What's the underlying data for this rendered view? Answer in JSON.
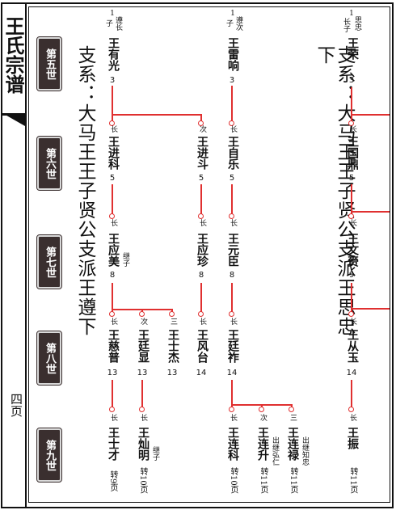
{
  "book_title": "王氏宗谱",
  "page_number": "四页",
  "generations": [
    "第五世",
    "第六世",
    "第七世",
    "第八世",
    "第九世"
  ],
  "branch_left": "支系：大马王王子贤公支派王遵下",
  "branch_right": "支系：大马王王子贤公支派王思忠下",
  "roots": [
    {
      "order": "1",
      "relation": "子",
      "father": "遵长",
      "name": "王有光",
      "num": "3"
    },
    {
      "order": "1",
      "relation": "子",
      "father": "遵次",
      "name": "王雷响",
      "num": "3"
    },
    {
      "order": "1",
      "relation": "长子",
      "father": "思忠",
      "name": "王荣",
      "num": "3"
    }
  ],
  "gen6": [
    {
      "rel": "长",
      "name": "王进科",
      "num": "5"
    },
    {
      "rel": "次",
      "name": "王进斗",
      "num": "5"
    },
    {
      "rel": "长",
      "name": "王自乐",
      "num": "5"
    },
    {
      "rel": "长",
      "name": "王国鼎",
      "num": "5"
    }
  ],
  "gen7": [
    {
      "rel": "长",
      "name": "王应美",
      "num": "8",
      "note": "继子"
    },
    {
      "rel": "长",
      "name": "王应珍",
      "num": "8"
    },
    {
      "rel": "长",
      "name": "王元臣",
      "num": "8"
    },
    {
      "rel": "长",
      "name": "王文赍",
      "num": "9"
    }
  ],
  "gen8": [
    {
      "rel": "长",
      "name": "王慈普",
      "num": "13"
    },
    {
      "rel": "次",
      "name": "王廷显",
      "num": "13"
    },
    {
      "rel": "三",
      "name": "王士杰",
      "num": "13"
    },
    {
      "rel": "长",
      "name": "王风台",
      "num": "14"
    },
    {
      "rel": "长",
      "name": "王廷祚",
      "num": "14"
    },
    {
      "rel": "长",
      "name": "王从玉",
      "num": "14"
    }
  ],
  "gen9": [
    {
      "rel": "长",
      "name": "王士才",
      "ref": "转9页"
    },
    {
      "rel": "长",
      "name": "王灿明",
      "ref": "转10页",
      "note": "继子"
    },
    {
      "rel": "长",
      "name": "王连科",
      "ref": "转10页"
    },
    {
      "rel": "次",
      "name": "王连升",
      "ref": "转11页",
      "note": "出继弘仁"
    },
    {
      "rel": "三",
      "name": "王连禄",
      "ref": "转11页",
      "note": "出继知忠"
    },
    {
      "rel": "长",
      "name": "王振",
      "ref": "转11页"
    }
  ],
  "colors": {
    "line": "#e03030",
    "gen_box": "#3a2f2f"
  }
}
